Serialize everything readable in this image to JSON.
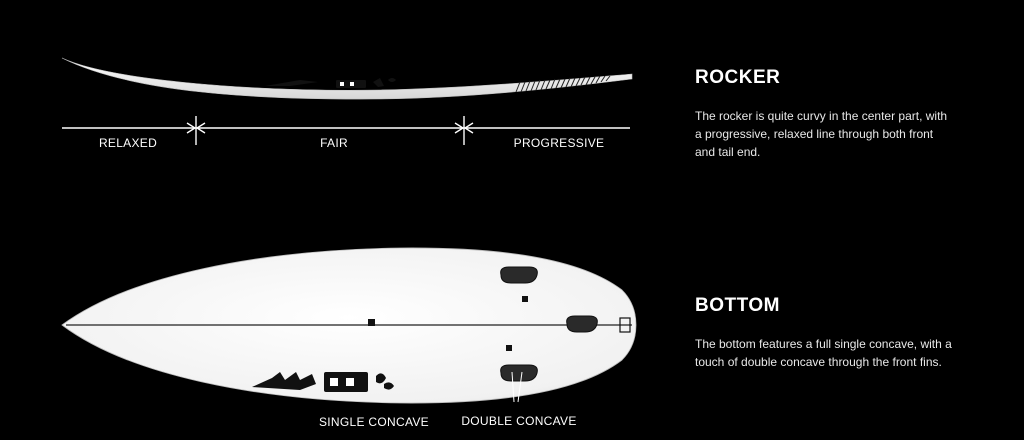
{
  "rocker": {
    "title": "ROCKER",
    "description": "The rocker is quite curvy in the center part, with a progressive, relaxed line through both front and tail end.",
    "zones": [
      "RELAXED",
      "FAIR",
      "PROGRESSIVE"
    ]
  },
  "bottom": {
    "title": "BOTTOM",
    "description": "The bottom features a full single concave, with a touch of double concave through the front fins.",
    "callouts": [
      "SINGLE CONCAVE",
      "DOUBLE CONCAVE"
    ]
  },
  "colors": {
    "background": "#000000",
    "text": "#ffffff",
    "board": "#f4f4f4"
  }
}
